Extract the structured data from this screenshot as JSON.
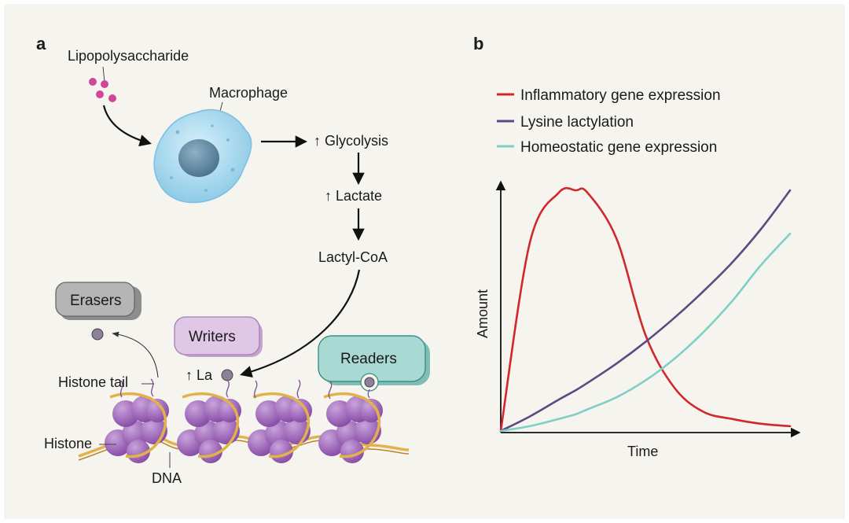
{
  "panel_a": {
    "label": "a",
    "lipopolysaccharide": "Lipopolysaccharide",
    "macrophage": "Macrophage",
    "glycolysis": "↑ Glycolysis",
    "lactate": "↑ Lactate",
    "lactyl_coa": "Lactyl-CoA",
    "erasers": "Erasers",
    "writers": "Writers",
    "readers": "Readers",
    "la": "↑ La",
    "histone_tail": "Histone tail",
    "histone": "Histone",
    "dna": "DNA",
    "colors": {
      "lps": "#d0479a",
      "macrophage": "#8fd3ee",
      "nucleus": "#5f8aa6",
      "histone": "#9b62b7",
      "dna": "#e2b24a",
      "erasers_box": "#b5b5b5",
      "writers_box": "#e0c7e6",
      "readers_box": "#a9d9d3",
      "lactyl_mark": "#8e7f9b"
    }
  },
  "panel_b": {
    "label": "b",
    "legend": [
      {
        "name": "Inflammatory gene expression",
        "color": "#d0282c"
      },
      {
        "name": "Lysine lactylation",
        "color": "#5c4a80"
      },
      {
        "name": "Homeostatic gene expression",
        "color": "#7fcfc6"
      }
    ],
    "xlabel": "Time",
    "ylabel": "Amount"
  },
  "chart_data": {
    "type": "line",
    "xlabel": "Time",
    "ylabel": "Amount",
    "x": [
      0,
      0.1,
      0.2,
      0.26,
      0.3,
      0.4,
      0.5,
      0.6,
      0.7,
      0.8,
      0.9,
      1.0
    ],
    "series": [
      {
        "name": "Inflammatory gene expression",
        "values": [
          0,
          0.78,
          0.99,
          1.0,
          0.99,
          0.8,
          0.4,
          0.18,
          0.08,
          0.05,
          0.03,
          0.02
        ]
      },
      {
        "name": "Lysine lactylation",
        "values": [
          0,
          0.06,
          0.13,
          0.17,
          0.2,
          0.28,
          0.37,
          0.47,
          0.58,
          0.7,
          0.84,
          1.0
        ]
      },
      {
        "name": "Homeostatic gene expression",
        "values": [
          0,
          0.02,
          0.05,
          0.07,
          0.09,
          0.14,
          0.21,
          0.3,
          0.41,
          0.54,
          0.69,
          0.82
        ]
      }
    ]
  }
}
